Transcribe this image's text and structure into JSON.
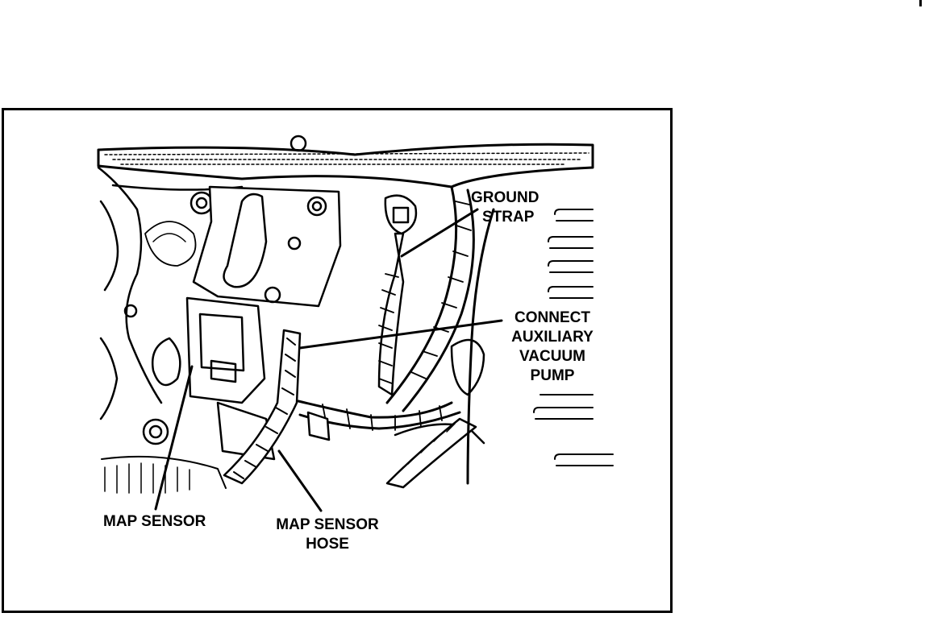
{
  "labels": {
    "ground_strap_1": "GROUND",
    "ground_strap_2": "STRAP",
    "connect_1": "CONNECT",
    "connect_2": "AUXILIARY",
    "connect_3": "VACUUM",
    "connect_4": "PUMP",
    "map_sensor": "MAP SENSOR",
    "map_sensor_hose_1": "MAP SENSOR",
    "map_sensor_hose_2": "HOSE"
  },
  "colors": {
    "ink": "#000000",
    "paper": "#ffffff"
  }
}
